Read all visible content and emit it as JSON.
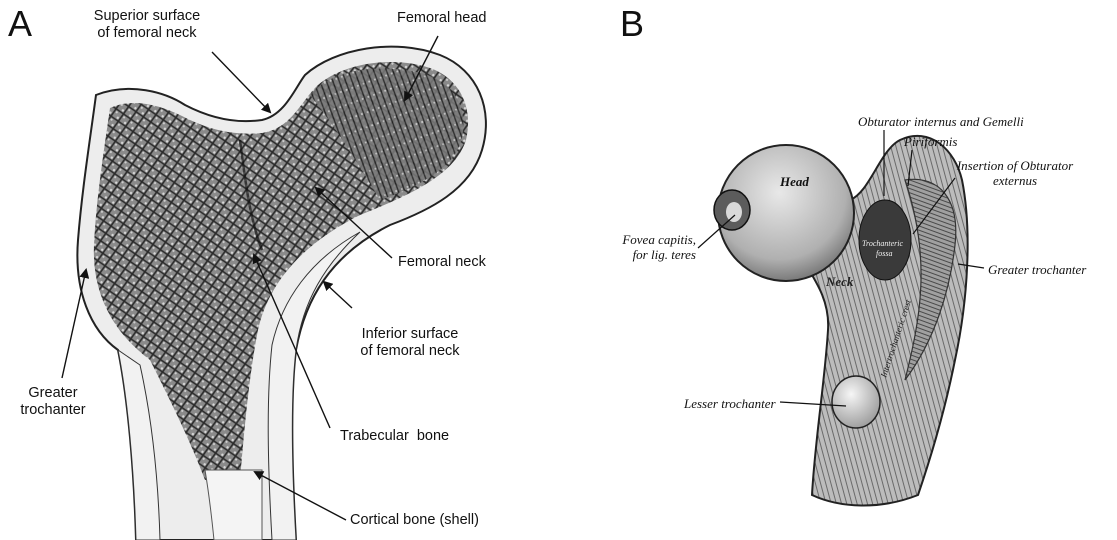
{
  "panel_a": {
    "letter": "A",
    "labels": {
      "superior_surface": [
        "Superior surface",
        "of femoral neck"
      ],
      "femoral_head": "Femoral head",
      "femoral_neck": "Femoral neck",
      "inferior_surface": [
        "Inferior surface",
        "of femoral neck"
      ],
      "greater_trochanter": [
        "Greater",
        "trochanter"
      ],
      "trabecular_bone": "Trabecular  bone",
      "cortical_bone": "Cortical bone (shell)"
    }
  },
  "panel_b": {
    "letter": "B",
    "labels": {
      "obturator_internus": "Obturator internus and Gemelli",
      "piriformis": "Piriformis",
      "insertion_obturator": [
        "Insertion of Obturator",
        "externus"
      ],
      "fovea_capitis": [
        "Fovea capitis,",
        "for lig. teres"
      ],
      "greater_trochanter": "Greater trochanter",
      "lesser_trochanter": "Lesser trochanter"
    },
    "embedded_labels": {
      "head": "Head",
      "neck": "Neck",
      "trochanteric_fossa": [
        "Trochanteric",
        "fossa"
      ],
      "intertrochanteric_crest": "Intertrochanteric crest"
    }
  },
  "colors": {
    "ink": "#111111",
    "bone_light": "#e9e9e9",
    "bone_mid": "#a9a9a9",
    "bone_dark": "#4a4a4a"
  }
}
